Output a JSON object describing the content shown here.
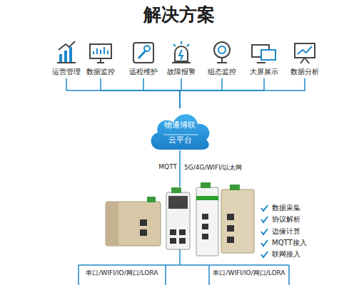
{
  "diagram": {
    "title": "解决方案",
    "nodes": [
      {
        "text": [
          "运营管理"
        ]
      },
      {
        "text": [
          "数据监控"
        ]
      },
      {
        "text": [
          "远程维护"
        ]
      },
      {
        "text": [
          "故障报警"
        ]
      },
      {
        "text": [
          "组态监控"
        ]
      },
      {
        "text": [
          "大屏展示"
        ]
      },
      {
        "text": [
          "数据分析"
        ]
      },
      {
        "text": [
          "物通博联",
          "云平台"
        ]
      }
    ],
    "edges": [
      {
        "from": 7,
        "to": 0,
        "arrow": "none"
      },
      {
        "from": 7,
        "to": 1,
        "arrow": "none"
      },
      {
        "from": 7,
        "to": 2,
        "arrow": "none"
      },
      {
        "from": 7,
        "to": 3,
        "arrow": "none"
      },
      {
        "from": 7,
        "to": 4,
        "arrow": "none"
      },
      {
        "from": 7,
        "to": 5,
        "arrow": "none"
      },
      {
        "from": 7,
        "to": 6,
        "arrow": "none"
      }
    ],
    "labels": [
      "MQTT",
      "5G/4G/WIFI/以太网",
      "数据采集",
      "协议解析",
      "边缘计算",
      "MQTT接入",
      "联网接入",
      "串口/WIFI/IO/网口/LORA",
      "串口/WIFI/IO/网口/LORA"
    ]
  }
}
